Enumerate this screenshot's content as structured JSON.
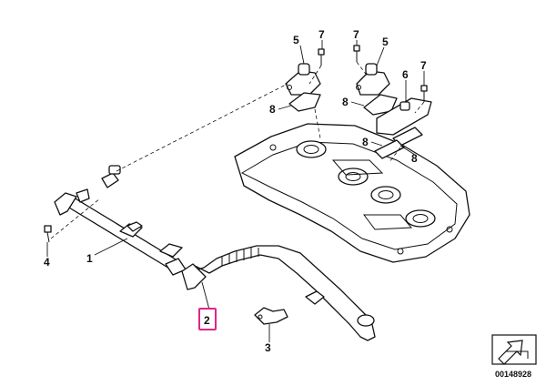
{
  "diagram": {
    "callouts": [
      {
        "id": "c1",
        "label": "1"
      },
      {
        "id": "c2",
        "label": "2",
        "selected": true
      },
      {
        "id": "c3",
        "label": "3"
      },
      {
        "id": "c4",
        "label": "4"
      },
      {
        "id": "c5a",
        "label": "5"
      },
      {
        "id": "c5b",
        "label": "5"
      },
      {
        "id": "c6",
        "label": "6"
      },
      {
        "id": "c7a",
        "label": "7"
      },
      {
        "id": "c7b",
        "label": "7"
      },
      {
        "id": "c7c",
        "label": "7"
      },
      {
        "id": "c8a",
        "label": "8"
      },
      {
        "id": "c8b",
        "label": "8"
      },
      {
        "id": "c8c",
        "label": "8"
      },
      {
        "id": "c8d",
        "label": "8"
      }
    ],
    "highlight_color": "#e0248a",
    "diagram_number": "00148928",
    "icons": [
      "exploded-view-arrow-icon"
    ]
  }
}
